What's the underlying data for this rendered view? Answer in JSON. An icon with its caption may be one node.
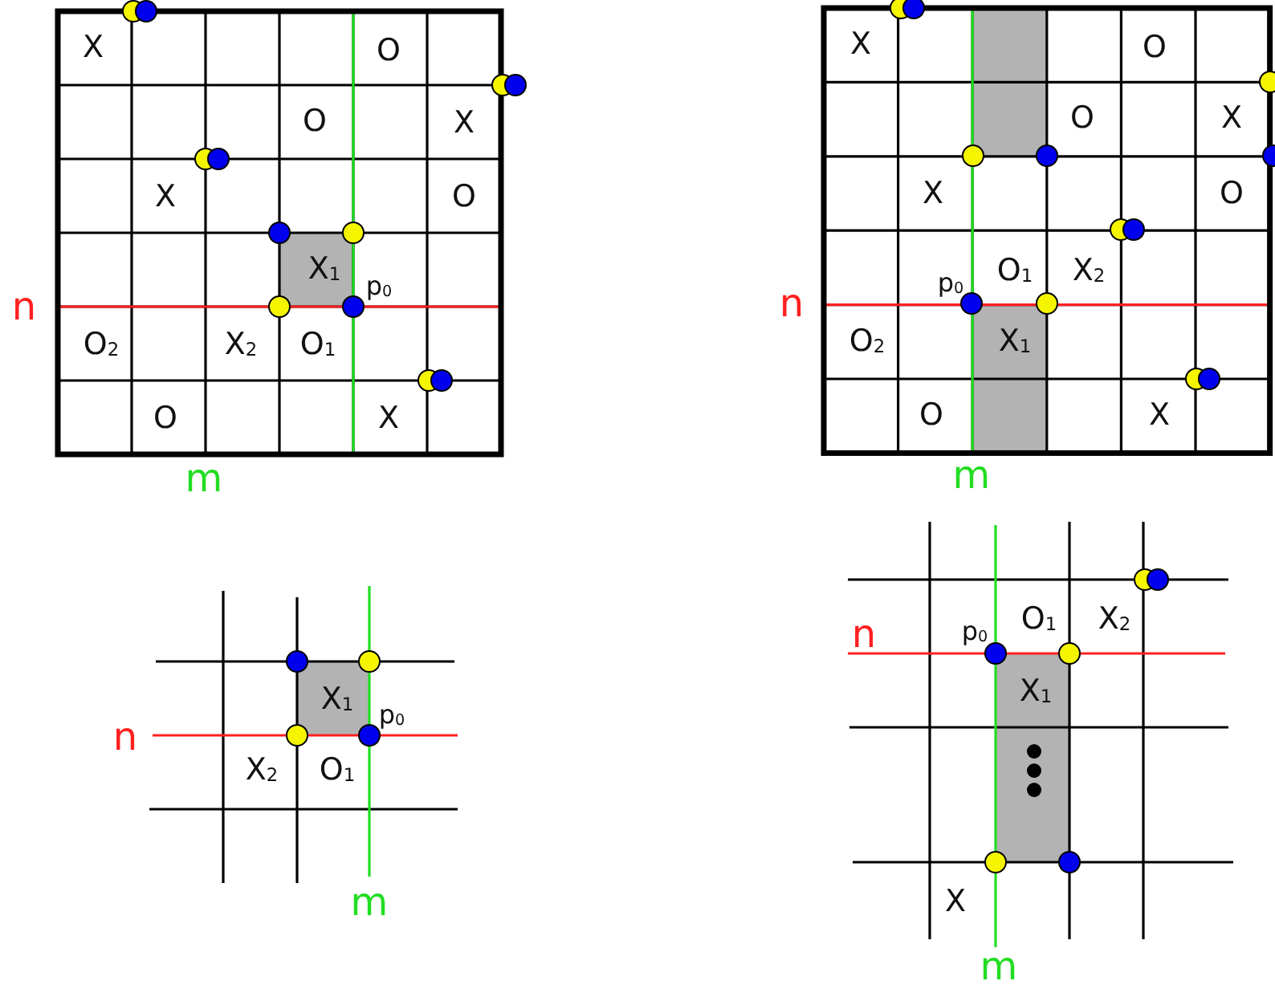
{
  "diagram": {
    "labels": [
      "X",
      "O",
      "O",
      "X",
      "X",
      "O",
      "X$_{1}$",
      "p$_{0}$",
      "n",
      "O$_{2}$",
      "X$_{2}$",
      "O$_{1}$",
      "O",
      "X",
      "m",
      "X",
      "O",
      "O",
      "X",
      "X",
      "O",
      "O$_{1}$",
      "X$_{2}$",
      "p$_{0}$",
      "n",
      "O$_{2}$",
      "X$_{1}$",
      "O",
      "X",
      "m",
      "X$_{1}$",
      "p$_{0}$",
      "n",
      "X$_{2}$",
      "O$_{1}$",
      "m",
      "p$_{0}$",
      "O$_{1}$",
      "X$_{2}$",
      "n",
      "X$_{1}$",
      "X",
      "m"
    ]
  }
}
